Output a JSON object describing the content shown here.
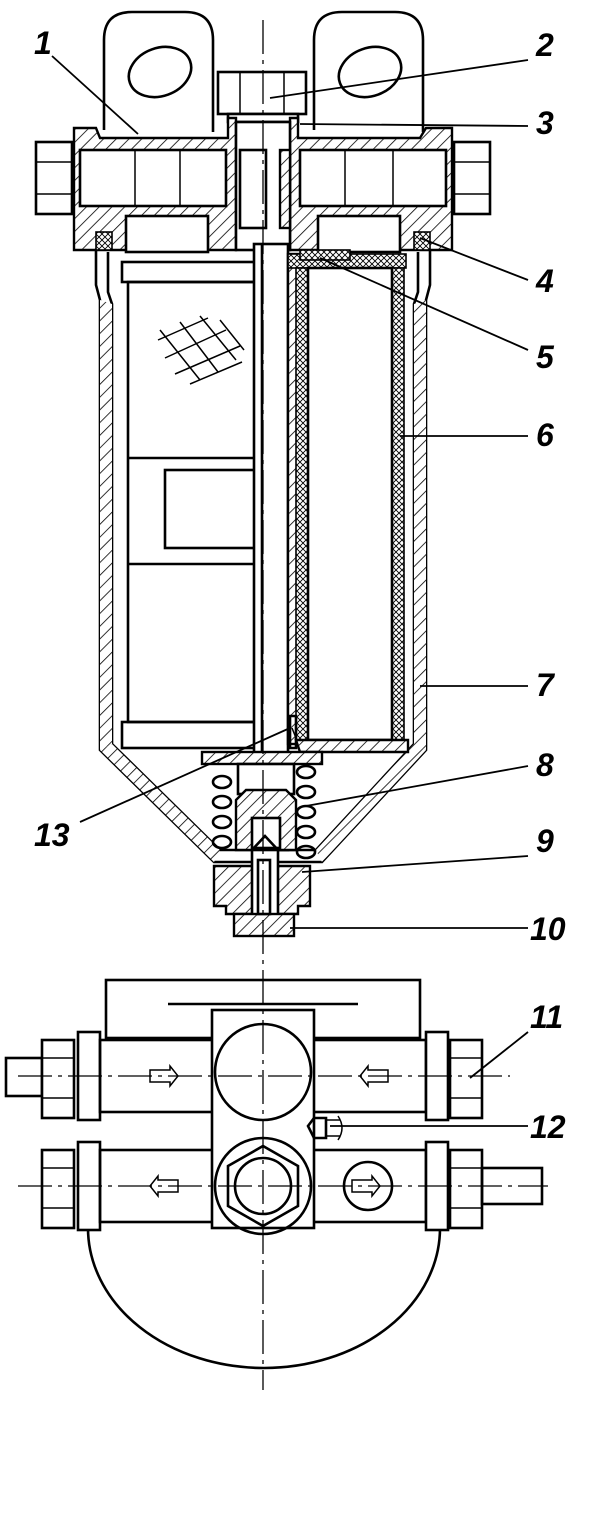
{
  "callouts": [
    {
      "id": "1",
      "text": "1"
    },
    {
      "id": "2",
      "text": "2"
    },
    {
      "id": "3",
      "text": "3"
    },
    {
      "id": "4",
      "text": "4"
    },
    {
      "id": "5",
      "text": "5"
    },
    {
      "id": "6",
      "text": "6"
    },
    {
      "id": "7",
      "text": "7"
    },
    {
      "id": "8",
      "text": "8"
    },
    {
      "id": "9",
      "text": "9"
    },
    {
      "id": "10",
      "text": "10"
    },
    {
      "id": "11",
      "text": "11"
    },
    {
      "id": "12",
      "text": "12"
    },
    {
      "id": "13",
      "text": "13"
    }
  ],
  "views": {
    "section": "sectional-view",
    "top": "top-view"
  },
  "colors": {
    "ink": "#000000",
    "paper": "#ffffff"
  }
}
